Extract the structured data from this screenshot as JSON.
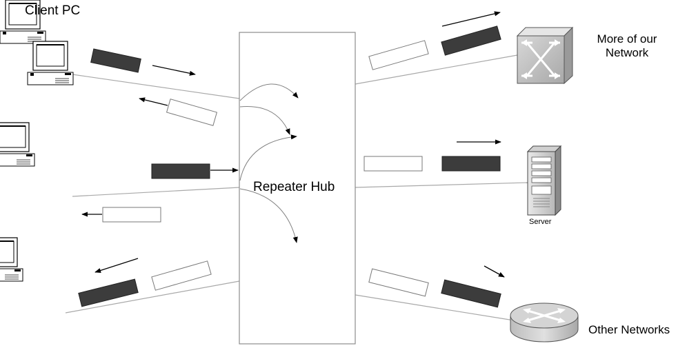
{
  "labels": {
    "client_pc": "Client PC",
    "hub": "Repeater Hub",
    "network_line1": "More of our",
    "network_line2": "Network",
    "server": "Server",
    "other_networks": "Other Networks"
  },
  "colors": {
    "packet_dark": "#3c3c3c",
    "packet_light": "#ffffff",
    "line": "#a0a0a0",
    "hub_border": "#909090",
    "arrow": "#000000"
  },
  "icons": [
    "computer-icon",
    "computer-icon",
    "computer-icon",
    "switch-icon",
    "server-icon",
    "router-icon"
  ]
}
